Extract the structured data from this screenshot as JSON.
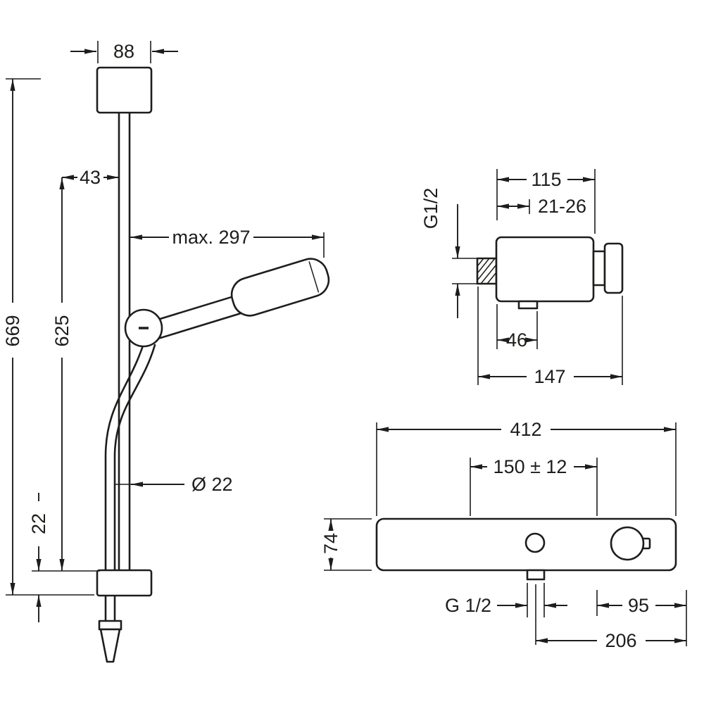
{
  "style": {
    "background": "#ffffff",
    "line_color": "#1d1d1b"
  },
  "shower_set": {
    "dims": {
      "bracket_width": "88",
      "bar_offset": "43",
      "max_reach": "max. 297",
      "overall_height": "669",
      "bar_length": "625",
      "bar_diameter": "Ø 22",
      "bottom_offset": "22"
    }
  },
  "valve_side": {
    "dims": {
      "body_width": "115",
      "wall_distance": "21-26",
      "thread": "G1/2",
      "front_depth": "46",
      "total_depth": "147"
    }
  },
  "valve_front": {
    "dims": {
      "width": "412",
      "hose_spacing": "150 ± 12",
      "height": "74",
      "outlet_thread": "G 1/2",
      "knob_edge": "95",
      "outlet_edge": "206"
    }
  }
}
